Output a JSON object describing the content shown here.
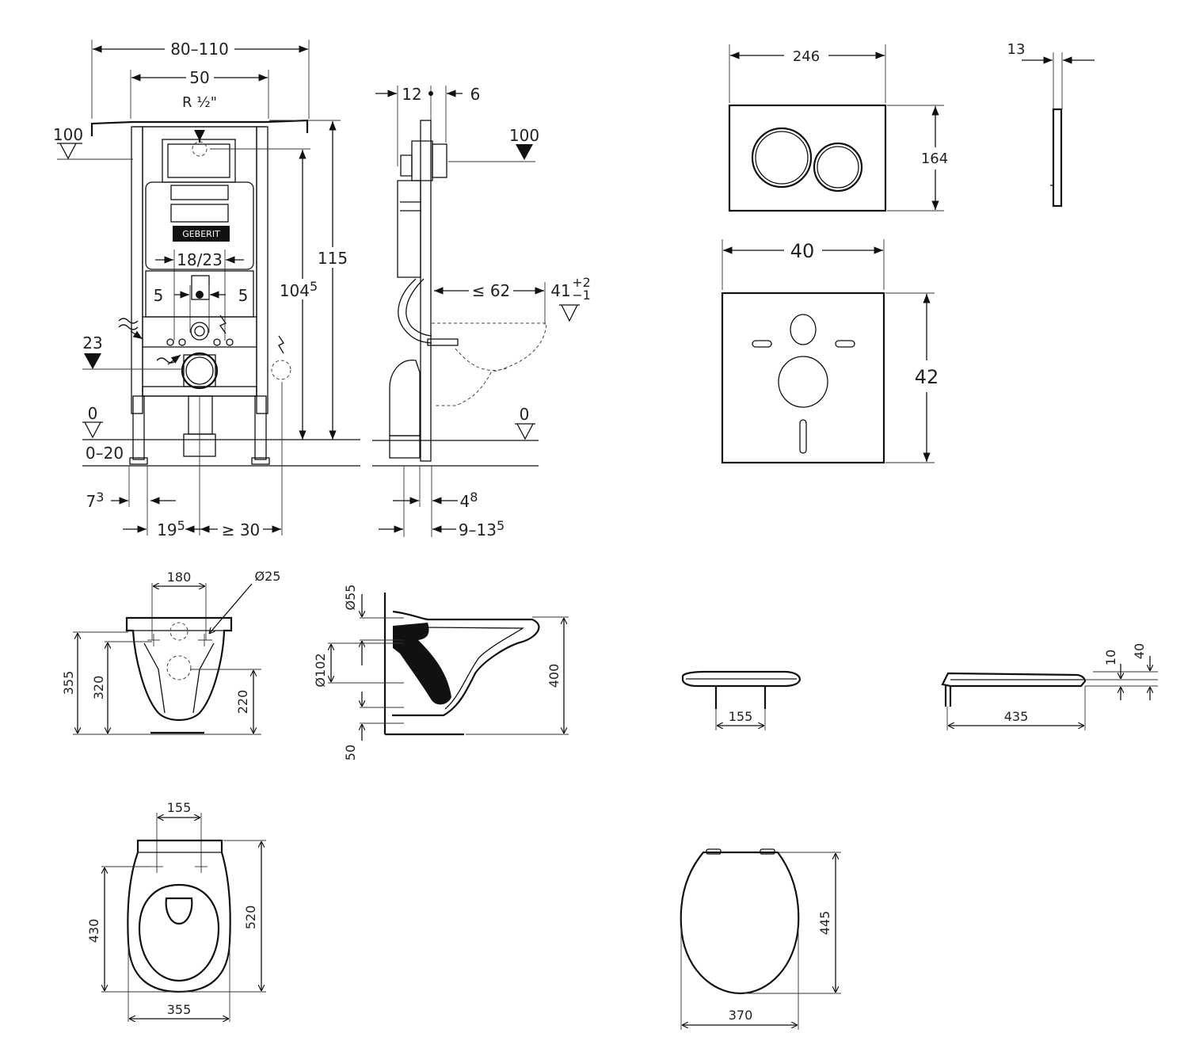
{
  "frame_front": {
    "w_total": "80–110",
    "w_frame": "50",
    "pipe_label": "R ½\"",
    "level_top": "100",
    "h_total": "115",
    "h_inner_base": "104",
    "h_inner_sup": "5",
    "flush_spacing": "18/23",
    "offset_left": "5",
    "offset_right": "5",
    "level_23": "23",
    "level_0": "0",
    "floor_range": "0–20",
    "d1_base": "7",
    "d1_sup": "3",
    "d2_base": "19",
    "d2_sup": "5",
    "d3": "≥ 30",
    "brand": "GEBERIT"
  },
  "frame_side": {
    "d_12": "12",
    "d_6": "6",
    "level_100": "100",
    "d_62": "≤ 62",
    "level_41": "41",
    "tol_plus": "+2",
    "tol_minus": "−1",
    "level_0": "0",
    "d_4_base": "4",
    "d_4_sup": "8",
    "d_913_base": "9–13",
    "d_913_sup": "5"
  },
  "plate_front": {
    "w": "246",
    "h": "164"
  },
  "plate_side": {
    "t": "13"
  },
  "sound_mat": {
    "w": "40",
    "h": "42"
  },
  "bowl_rear": {
    "d180": "180",
    "d25": "Ø25",
    "h355": "355",
    "h320": "320",
    "h220": "220"
  },
  "bowl_side": {
    "d55": "Ø55",
    "d102": "Ø102",
    "d50": "50",
    "h400": "400"
  },
  "seat_rear": {
    "d155": "155"
  },
  "seat_side": {
    "d435": "435",
    "d10": "10",
    "d40": "40"
  },
  "bowl_top": {
    "d155": "155",
    "h430": "430",
    "h520": "520",
    "w355": "355"
  },
  "seat_top": {
    "h445": "445",
    "w370": "370"
  }
}
